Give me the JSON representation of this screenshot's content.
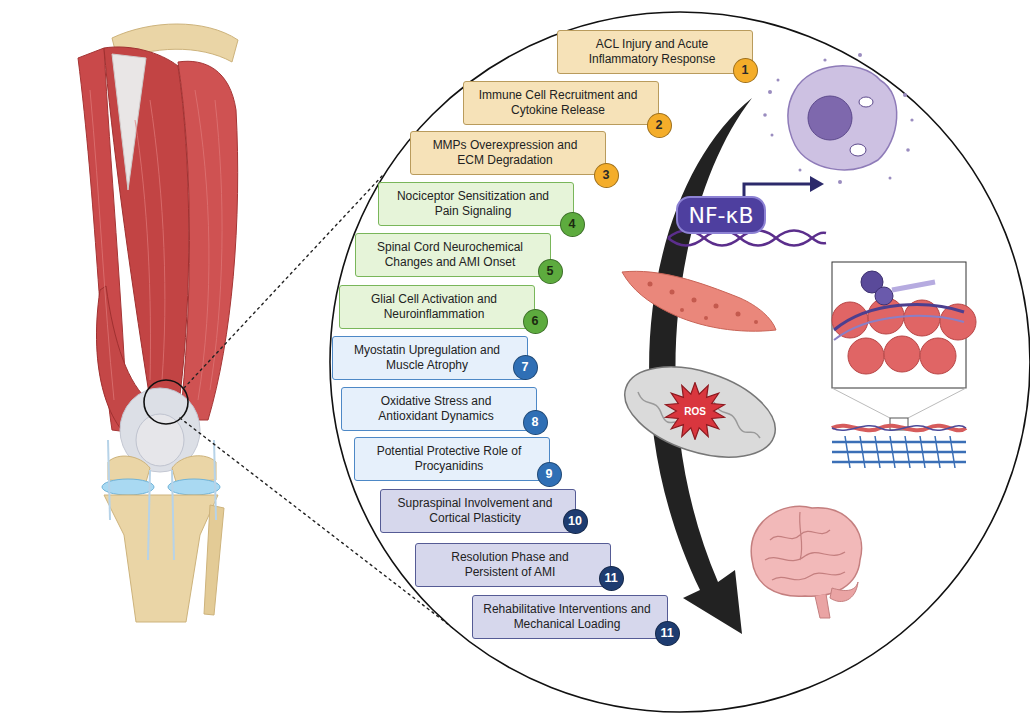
{
  "diagram": {
    "nodes": [
      {
        "text": [
          "ACL Injury and Acute Inflammatory Response"
        ]
      },
      {
        "text": [
          "1"
        ]
      },
      {
        "text": [
          "Immune Cell Recruitment and Cytokine Release"
        ]
      },
      {
        "text": [
          "2"
        ]
      },
      {
        "text": [
          "MMPs Overexpression and ECM Degradation"
        ]
      },
      {
        "text": [
          "3"
        ]
      },
      {
        "text": [
          "Nociceptor Sensitization and Pain Signaling"
        ]
      },
      {
        "text": [
          "4"
        ]
      },
      {
        "text": [
          "Spinal Cord Neurochemical Changes and AMI Onset"
        ]
      },
      {
        "text": [
          "5"
        ]
      },
      {
        "text": [
          "Glial Cell Activation and Neuroinflammation"
        ]
      },
      {
        "text": [
          "6"
        ]
      },
      {
        "text": [
          "Myostatin Upregulation and Muscle Atrophy"
        ]
      },
      {
        "text": [
          "7"
        ]
      },
      {
        "text": [
          "Oxidative Stress and Antioxidant Dynamics"
        ]
      },
      {
        "text": [
          "8"
        ]
      },
      {
        "text": [
          "Potential Protective Role of Procyanidins"
        ]
      },
      {
        "text": [
          "9"
        ]
      },
      {
        "text": [
          "Supraspinal Involvement and Cortical Plasticity"
        ]
      },
      {
        "text": [
          "10"
        ]
      },
      {
        "text": [
          "Resolution Phase and Persistent of AMI"
        ]
      },
      {
        "text": [
          "11"
        ]
      },
      {
        "text": [
          "Rehabilitative Interventions and Mechanical Loading"
        ]
      },
      {
        "text": [
          "11"
        ]
      },
      {
        "text": [
          "NF-κB"
        ]
      },
      {
        "text": [
          "ROS"
        ]
      }
    ]
  }
}
